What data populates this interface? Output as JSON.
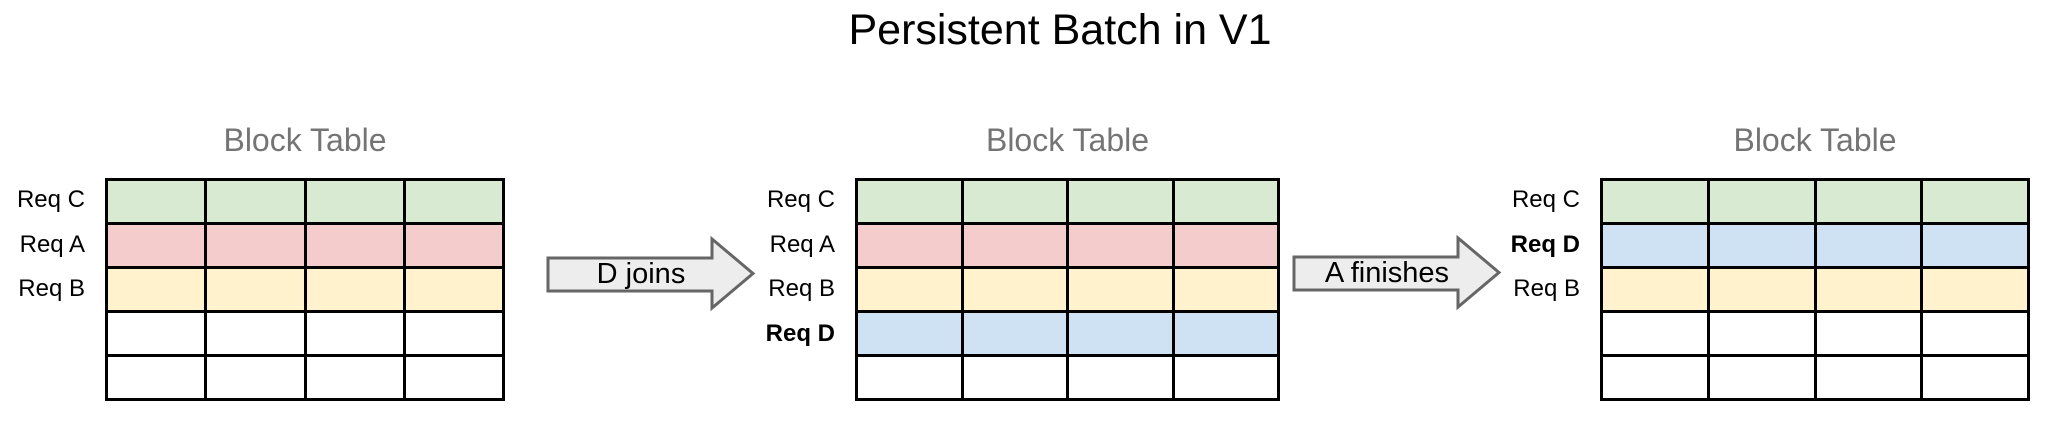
{
  "title": "Persistent Batch in V1",
  "colors": {
    "green": "#d9ead3",
    "red": "#f4cccc",
    "yellow": "#fff2cc",
    "blue": "#cfe2f3",
    "white": "#ffffff",
    "grid_line": "#000000",
    "heading_text": "#747474",
    "arrow_fill": "#ededed",
    "arrow_border": "#666666"
  },
  "arrows": [
    {
      "label": "D joins"
    },
    {
      "label": "A finishes"
    }
  ],
  "panels": [
    {
      "heading": "Block Table",
      "columns": 4,
      "rows": [
        {
          "label": "Req C",
          "bold": false,
          "color": "green"
        },
        {
          "label": "Req A",
          "bold": false,
          "color": "red"
        },
        {
          "label": "Req B",
          "bold": false,
          "color": "yellow"
        },
        {
          "label": "",
          "bold": false,
          "color": "white"
        },
        {
          "label": "",
          "bold": false,
          "color": "white"
        }
      ]
    },
    {
      "heading": "Block Table",
      "columns": 4,
      "rows": [
        {
          "label": "Req C",
          "bold": false,
          "color": "green"
        },
        {
          "label": "Req A",
          "bold": false,
          "color": "red"
        },
        {
          "label": "Req B",
          "bold": false,
          "color": "yellow"
        },
        {
          "label": "Req D",
          "bold": true,
          "color": "blue"
        },
        {
          "label": "",
          "bold": false,
          "color": "white"
        }
      ]
    },
    {
      "heading": "Block Table",
      "columns": 4,
      "rows": [
        {
          "label": "Req C",
          "bold": false,
          "color": "green"
        },
        {
          "label": "Req D",
          "bold": true,
          "color": "blue"
        },
        {
          "label": "Req B",
          "bold": false,
          "color": "yellow"
        },
        {
          "label": "",
          "bold": false,
          "color": "white"
        },
        {
          "label": "",
          "bold": false,
          "color": "white"
        }
      ]
    }
  ]
}
